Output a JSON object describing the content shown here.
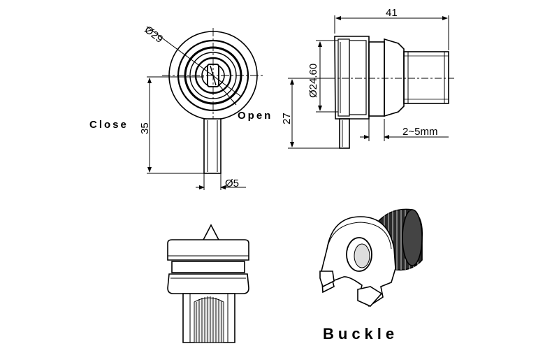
{
  "labels": {
    "close": "Close",
    "open": "Open",
    "buckle": "Buckle"
  },
  "dimensions": {
    "dia_29": "29",
    "height_35": "35",
    "dia_5": "5",
    "length_41": "41",
    "dia_24_60": "24.60",
    "height_27": "27",
    "range": "2~5mm",
    "diameter_symbol": "Ø"
  },
  "colors": {
    "line": "#000000",
    "background": "#ffffff"
  }
}
